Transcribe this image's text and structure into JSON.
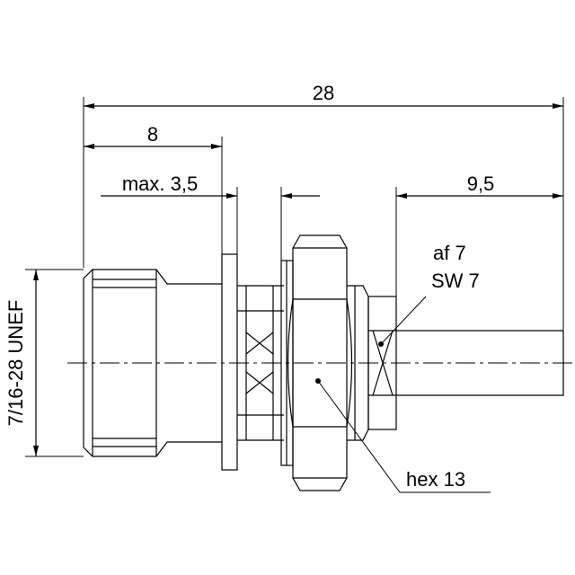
{
  "dimensions": {
    "overall_length": "28",
    "front_length": "8",
    "panel_thickness": "max. 3,5",
    "rear_length": "9,5"
  },
  "labels": {
    "thread": "7/16-28 UNEF",
    "wrench_size_line1": "af 7",
    "wrench_size_line2": "SW 7",
    "hex_nut": "hex 13"
  },
  "colors": {
    "line": "#000000",
    "background": "#ffffff"
  }
}
